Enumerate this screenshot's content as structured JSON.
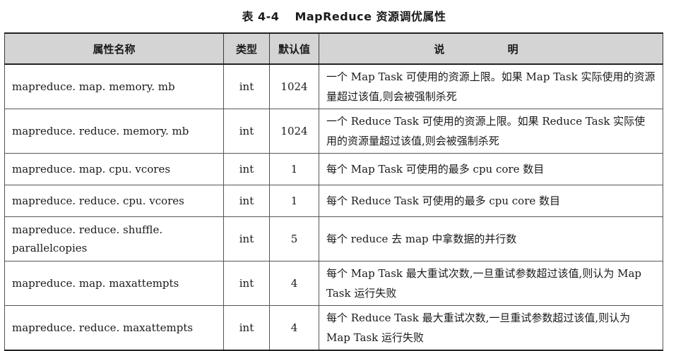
{
  "caption": {
    "number": "表 4-4",
    "title": "MapReduce 资源调优属性"
  },
  "headers": [
    "属性名称",
    "类型",
    "默认值",
    "说 明"
  ],
  "rows": [
    {
      "name": "mapreduce. map. memory. mb",
      "type": "int",
      "default": "1024",
      "desc": "一个 Map Task 可使用的资源上限。如果 Map Task 实际使用的资源量超过该值,则会被强制杀死"
    },
    {
      "name": "mapreduce. reduce. memory. mb",
      "type": "int",
      "default": "1024",
      "desc": "一个 Reduce Task 可使用的资源上限。如果 Reduce Task 实际使用的资源量超过该值,则会被强制杀死"
    },
    {
      "name": "mapreduce. map. cpu. vcores",
      "type": "int",
      "default": "1",
      "desc": "每个 Map Task 可使用的最多 cpu core 数目"
    },
    {
      "name": "mapreduce. reduce. cpu. vcores",
      "type": "int",
      "default": "1",
      "desc": "每个 Reduce Task 可使用的最多 cpu core 数目"
    },
    {
      "name": "mapreduce. reduce. shuffle. parallelcopies",
      "type": "int",
      "default": "5",
      "desc": "每个 reduce 去 map 中拿数据的并行数"
    },
    {
      "name": "mapreduce. map. maxattempts",
      "type": "int",
      "default": "4",
      "desc": "每个 Map Task 最大重试次数,一旦重试参数超过该值,则认为 Map Task 运行失败"
    },
    {
      "name": "mapreduce. reduce. maxattempts",
      "type": "int",
      "default": "4",
      "desc": "每个 Reduce Task 最大重试次数,一旦重试参数超过该值,则认为 Map Task 运行失败"
    }
  ]
}
